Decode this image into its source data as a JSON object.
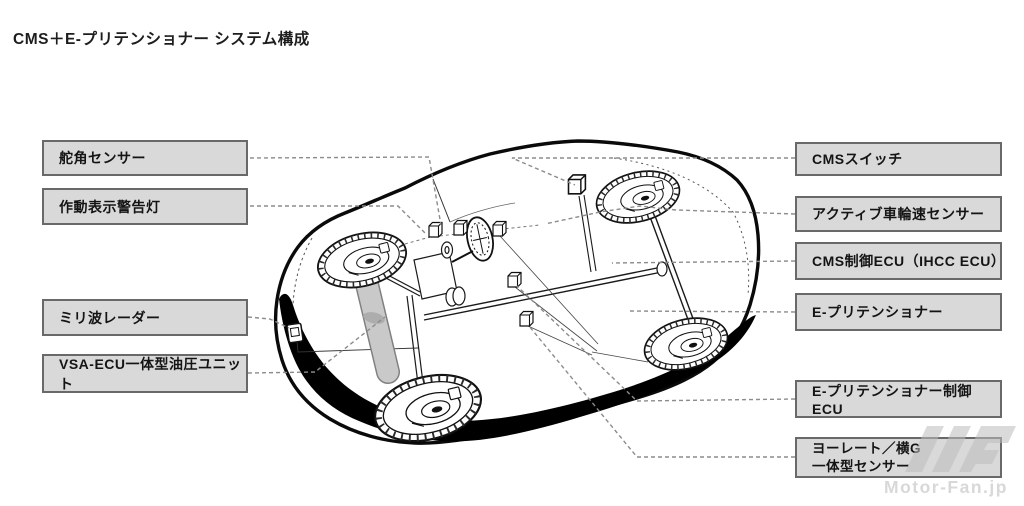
{
  "title": "CMS＋E-プリテンショナー システム構成",
  "labels": {
    "left": [
      {
        "id": "steering-angle-sensor",
        "text": "舵角センサー"
      },
      {
        "id": "operation-warning-light",
        "text": "作動表示警告灯"
      },
      {
        "id": "millimeter-wave-radar",
        "text": "ミリ波レーダー"
      },
      {
        "id": "vsa-ecu-hydraulic-unit",
        "text": "VSA-ECU一体型油圧ユニット"
      }
    ],
    "right": [
      {
        "id": "cms-switch",
        "text": "CMSスイッチ"
      },
      {
        "id": "active-wheel-speed-sensor",
        "text": "アクティブ車輪速センサー"
      },
      {
        "id": "cms-control-ecu",
        "text": "CMS制御ECU（IHCC ECU）"
      },
      {
        "id": "e-pretensioner",
        "text": "E-プリテンショナー"
      },
      {
        "id": "e-pretensioner-control-ecu",
        "text": "E-プリテンショナー制御ECU"
      },
      {
        "id": "yaw-rate-lateral-g-sensor",
        "line1": "ヨーレート／横G",
        "line2": "一体型センサー"
      }
    ]
  },
  "watermark": {
    "text": "Motor-Fan.jp"
  },
  "colors": {
    "label_fill": "#d9d9d9",
    "label_border": "#696969",
    "leader_line": "#8c8c8c",
    "line_art": "#111111",
    "shadow": "#000000",
    "cylinder_fill": "#c9c9c9",
    "watermark": "#c6c6c6"
  }
}
